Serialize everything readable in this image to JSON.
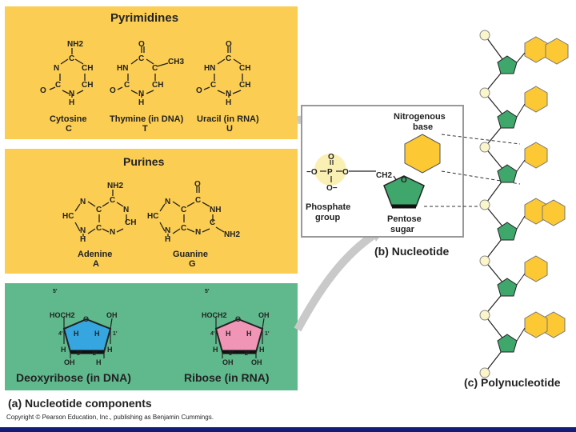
{
  "pyrimidines": {
    "title": "Pyrimidines",
    "cytosine": {
      "name": "Cytosine",
      "code": "C"
    },
    "thymine": {
      "name": "Thymine (in DNA)",
      "code": "T"
    },
    "uracil": {
      "name": "Uracil (in RNA)",
      "code": "U"
    },
    "atoms": {
      "nh2": "NH2",
      "o": "O",
      "n": "N",
      "c": "C",
      "ch": "CH",
      "ch3": "CH3",
      "hn": "HN",
      "h": "H"
    }
  },
  "purines": {
    "title": "Purines",
    "adenine": {
      "name": "Adenine",
      "code": "A"
    },
    "guanine": {
      "name": "Guanine",
      "code": "G"
    },
    "atoms": {
      "nh2": "NH2",
      "o": "O",
      "n": "N",
      "c": "C",
      "ch": "CH",
      "hc": "HC",
      "nh": "NH",
      "h": "H"
    }
  },
  "sugars": {
    "deoxyribose": {
      "label": "Deoxyribose (in DNA)"
    },
    "ribose": {
      "label": "Ribose (in RNA)"
    },
    "atoms": {
      "hoch2": "HOCH2",
      "oh": "OH",
      "o": "O",
      "h": "H",
      "n5": "5'",
      "n4": "4'",
      "n3": "3'",
      "n2": "2'",
      "n1": "1'"
    }
  },
  "nucleotide": {
    "nitrogenous_base": [
      "Nitrogenous",
      "base"
    ],
    "phosphate_group": [
      "Phosphate",
      "group"
    ],
    "pentose_sugar": [
      "Pentose",
      "sugar"
    ],
    "ch2": "CH2",
    "o": "O",
    "phosphate": {
      "o_top": "O",
      "o_left": "−O",
      "p": "P",
      "o_right": "O",
      "o_bottom": "O−"
    },
    "caption": "(b) Nucleotide"
  },
  "components_caption": "(a) Nucleotide components",
  "polynucleotide_caption": "(c) Polynucleotide",
  "copyright": "Copyright © Pearson Education, Inc., publishing as Benjamin Cummings.",
  "colors": {
    "panel_yellow": "#fbcd52",
    "panel_green": "#5fb98c",
    "base_hex": "#fcc833",
    "sugar_green": "#3fa66c",
    "sugar_blue": "#36a6e0",
    "sugar_pink": "#f195b7",
    "bottom_bar": "#141e78"
  }
}
